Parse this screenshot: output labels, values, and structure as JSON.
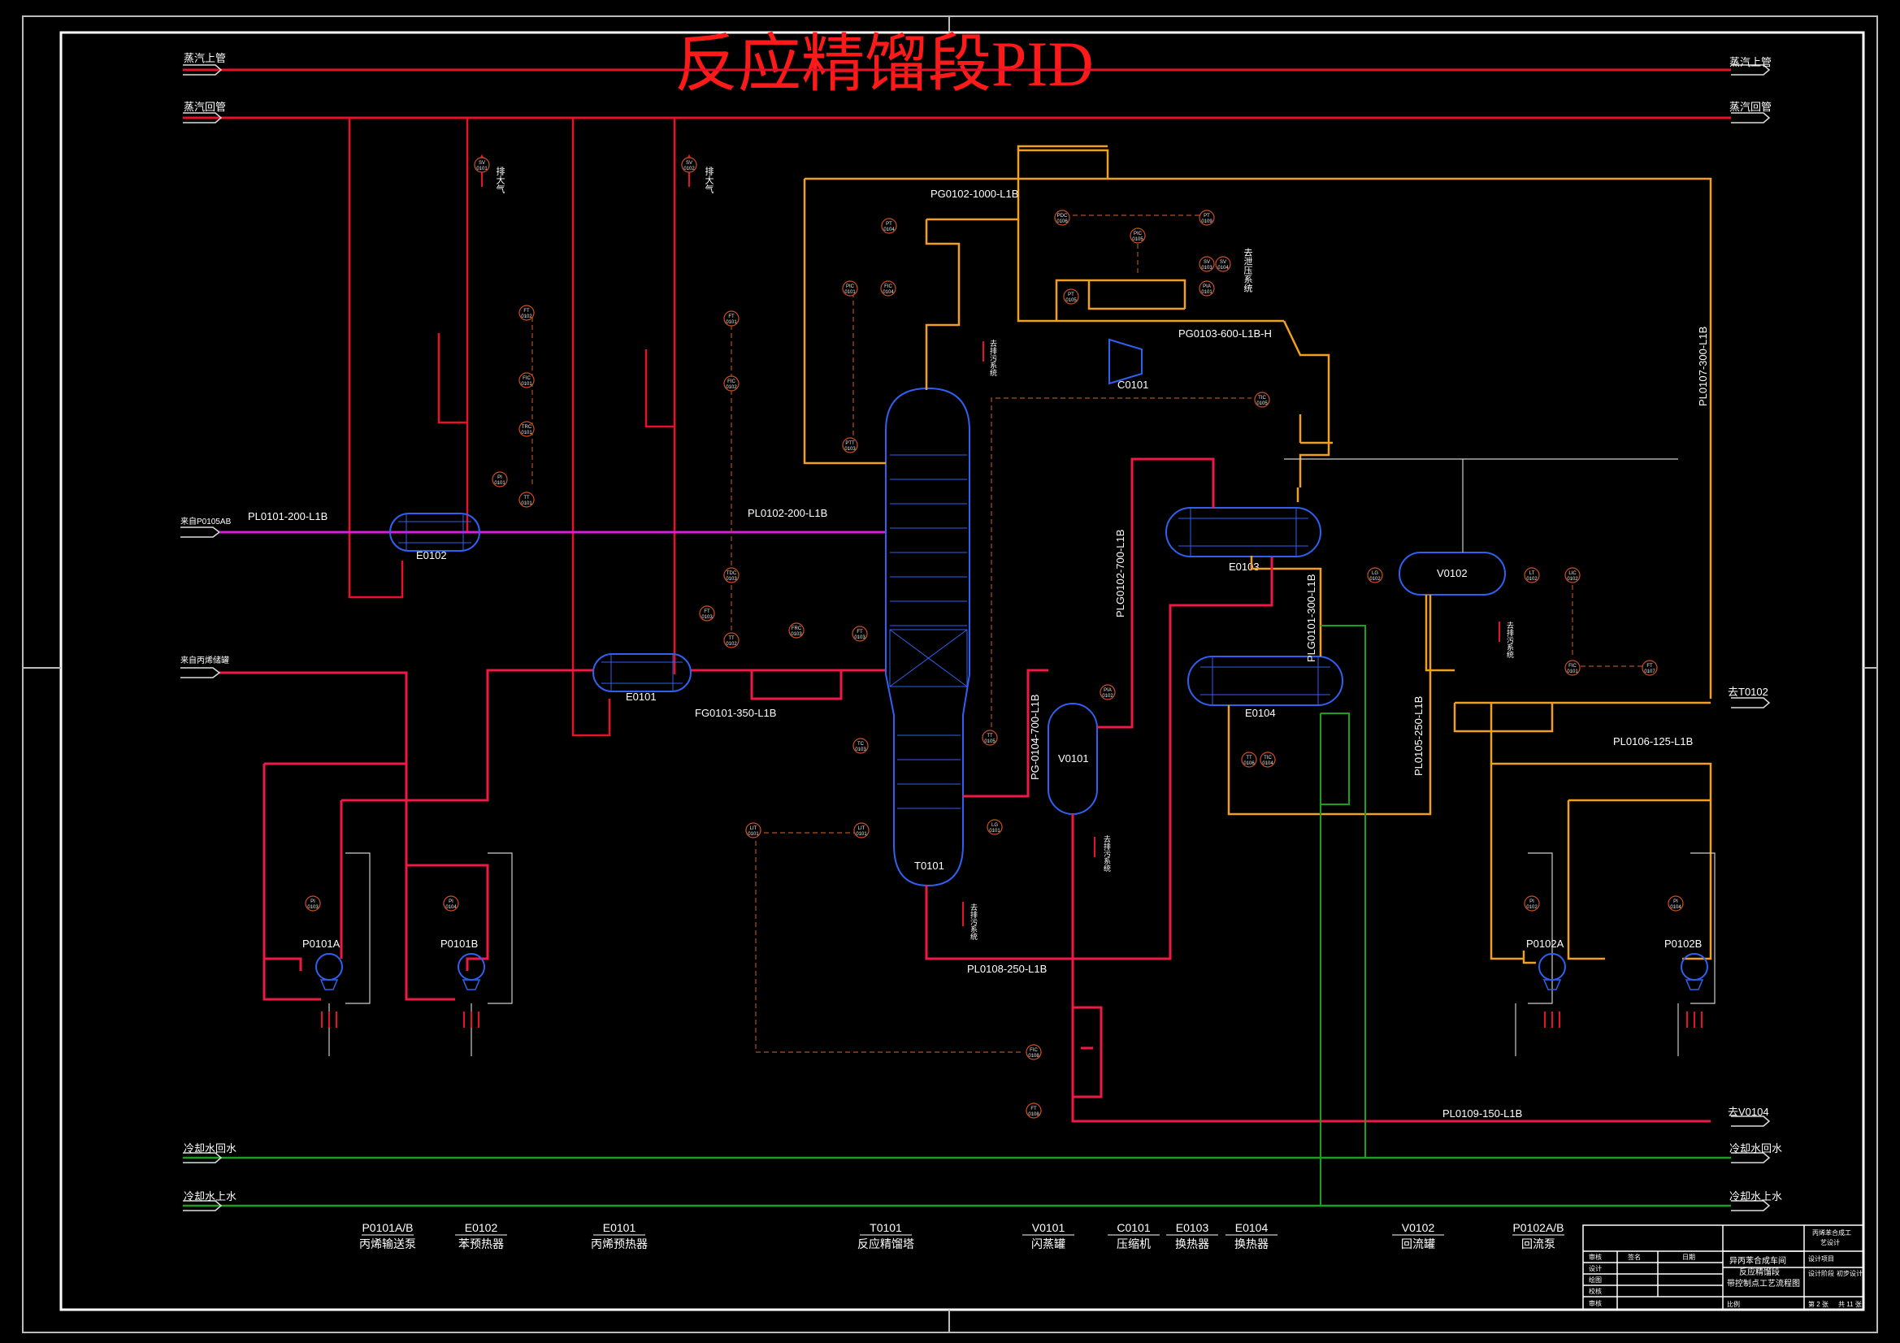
{
  "title": "反应精馏段PID",
  "utility_lines": {
    "steam_supply": "蒸汽上管",
    "steam_return": "蒸汽回管",
    "cw_return": "冷却水回水",
    "cw_supply": "冷却水上水"
  },
  "inlets": {
    "feed_from_p0105": "来自P0105AB",
    "propylene_feed": "来自丙烯储罐"
  },
  "outlets": {
    "to_t0102": "去T0102",
    "to_v0104": "去V0104"
  },
  "vents": {
    "atm1": "排大气",
    "atm2": "排大气",
    "depress": "去泄压系统",
    "to_drain1": "去排污系统",
    "to_drain2": "去排污系统",
    "to_drain3": "去排污系统",
    "to_drain4": "去排污系统"
  },
  "line_numbers": {
    "pl0101": "PL0101-200-L1B",
    "pl0102": "PL0102-200-L1B",
    "fg0101": "FG0101-350-L1B",
    "pg0102": "PG0102-1000-L1B",
    "pg0103": "PG0103-600-L1B-H",
    "pl0107": "PL0107-300-L1B",
    "plg0102": "PLG0102-700-L1B",
    "plg0101": "PLG0101-300-L1B",
    "pg0104": "PG-0104-700-L1B",
    "pl0105": "PL0105-250-L1B",
    "pl0106": "PL0106-125-L1B",
    "pl0108": "PL0108-250-L1B",
    "pl0109": "PL0109-150-L1B"
  },
  "equipment": {
    "t0101": "T0101",
    "e0101": "E0101",
    "e0102": "E0102",
    "e0103": "E0103",
    "e0104": "E0104",
    "v0101": "V0101",
    "v0102": "V0102",
    "c0101": "C0101",
    "p0101a": "P0101A",
    "p0101b": "P0101B",
    "p0102a": "P0102A",
    "p0102b": "P0102B"
  },
  "instruments": [
    {
      "tag": "SV",
      "num": "0101"
    },
    {
      "tag": "SV",
      "num": "0102"
    },
    {
      "tag": "SV",
      "num": "0103"
    },
    {
      "tag": "SV",
      "num": "0104"
    },
    {
      "tag": "FT",
      "num": "0102"
    },
    {
      "tag": "FIC",
      "num": "0101"
    },
    {
      "tag": "TRC",
      "num": "0101"
    },
    {
      "tag": "PI",
      "num": "0101"
    },
    {
      "tag": "TT",
      "num": "0101"
    },
    {
      "tag": "FT",
      "num": "0101"
    },
    {
      "tag": "FIC",
      "num": "0102"
    },
    {
      "tag": "TDC",
      "num": "0103"
    },
    {
      "tag": "FT",
      "num": "0103"
    },
    {
      "tag": "TT",
      "num": "0102"
    },
    {
      "tag": "FRC",
      "num": "0103"
    },
    {
      "tag": "FT",
      "num": "0103"
    },
    {
      "tag": "PT",
      "num": "0104"
    },
    {
      "tag": "PIC",
      "num": "0101"
    },
    {
      "tag": "FIC",
      "num": "0104"
    },
    {
      "tag": "PTT",
      "num": "0103"
    },
    {
      "tag": "PDC",
      "num": "0106"
    },
    {
      "tag": "PIC",
      "num": "0105"
    },
    {
      "tag": "PT",
      "num": "0105"
    },
    {
      "tag": "PIA",
      "num": "0101"
    },
    {
      "tag": "PT",
      "num": "0109"
    },
    {
      "tag": "TIC",
      "num": "0105"
    },
    {
      "tag": "TC",
      "num": "0103"
    },
    {
      "tag": "TT",
      "num": "0105"
    },
    {
      "tag": "LIT",
      "num": "0101"
    },
    {
      "tag": "LIT",
      "num": "0101"
    },
    {
      "tag": "LG",
      "num": "0101"
    },
    {
      "tag": "PIA",
      "num": "0102"
    },
    {
      "tag": "LG",
      "num": "0102"
    },
    {
      "tag": "LT",
      "num": "0102"
    },
    {
      "tag": "LIC",
      "num": "0102"
    },
    {
      "tag": "FIC",
      "num": "0101"
    },
    {
      "tag": "FT",
      "num": "0107"
    },
    {
      "tag": "TT",
      "num": "0106"
    },
    {
      "tag": "TIC",
      "num": "0104"
    },
    {
      "tag": "PI",
      "num": "0103"
    },
    {
      "tag": "PI",
      "num": "0104"
    },
    {
      "tag": "PI",
      "num": "0102"
    },
    {
      "tag": "PI",
      "num": "0104"
    },
    {
      "tag": "FIC",
      "num": "0108"
    },
    {
      "tag": "FT",
      "num": "0108"
    }
  ],
  "legend": [
    {
      "tag": "P0101A/B",
      "name": "丙烯输送泵"
    },
    {
      "tag": "E0102",
      "name": "苯预热器"
    },
    {
      "tag": "E0101",
      "name": "丙烯预热器"
    },
    {
      "tag": "T0101",
      "name": "反应精馏塔"
    },
    {
      "tag": "V0101",
      "name": "闪蒸罐"
    },
    {
      "tag": "C0101",
      "name": "压缩机"
    },
    {
      "tag": "E0103",
      "name": "换热器"
    },
    {
      "tag": "E0104",
      "name": "换热器"
    },
    {
      "tag": "V0102",
      "name": "回流罐"
    },
    {
      "tag": "P0102A/B",
      "name": "回流泵"
    }
  ],
  "title_block": {
    "org1": "丙烯苯合成工",
    "org2": "艺设计",
    "r1c1": "审核",
    "r1c2": "签名",
    "r1c3": "日期",
    "r2": "设计",
    "r3": "绘图",
    "r4": "校核",
    "r5": "审核",
    "drawing_title1": "异丙苯合成车间",
    "drawing_title2": "反应精馏段",
    "drawing_title3": "带控制点工艺流程图",
    "proj1": "设计项目",
    "proj2": "设计阶段",
    "proj_val1": "初步设计",
    "scale_label": "比例",
    "sheet": "第 2 张",
    "total": "共 11 张"
  },
  "colors": {
    "steam": "#e8102a",
    "process_red": "#f01844",
    "magenta": "#d81ed8",
    "orange": "#f0a020",
    "green": "#1aa01a",
    "blue": "#2a4ad0",
    "instr_line": "#b05020"
  }
}
